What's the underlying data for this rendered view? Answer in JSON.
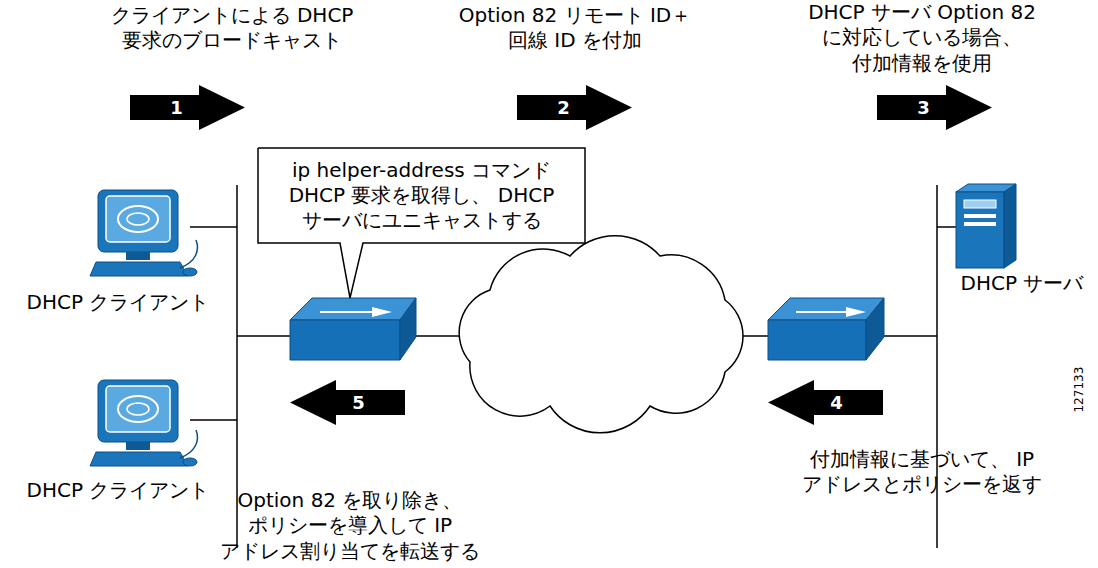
{
  "diagram": {
    "nodes": [
      {
        "text": [
          "1"
        ]
      },
      {
        "text": [
          "2"
        ]
      },
      {
        "text": [
          "3"
        ]
      },
      {
        "text": [
          "ip helper-address コマンド DHCP 要求を取得し、 DHCP サーバにユニキャストする"
        ]
      },
      {
        "text": [
          "4"
        ]
      },
      {
        "text": [
          "5"
        ]
      }
    ],
    "labels": [
      "クライアントによる DHCP 要求のブロードキャスト",
      "Option 82 リモート ID＋回線 ID を付加",
      "DHCP サーバ Option 82 に対応している場合、 付加情報を使用",
      "DHCP クライアント",
      "DHCP クライアント",
      "DHCP サーバ",
      "付加情報に基づいて、 IP アドレスとポリシーを返す",
      "Option 82 を取り除き、 ポリシーを導入して IP アドレス割り当てを転送する",
      "127133"
    ]
  }
}
